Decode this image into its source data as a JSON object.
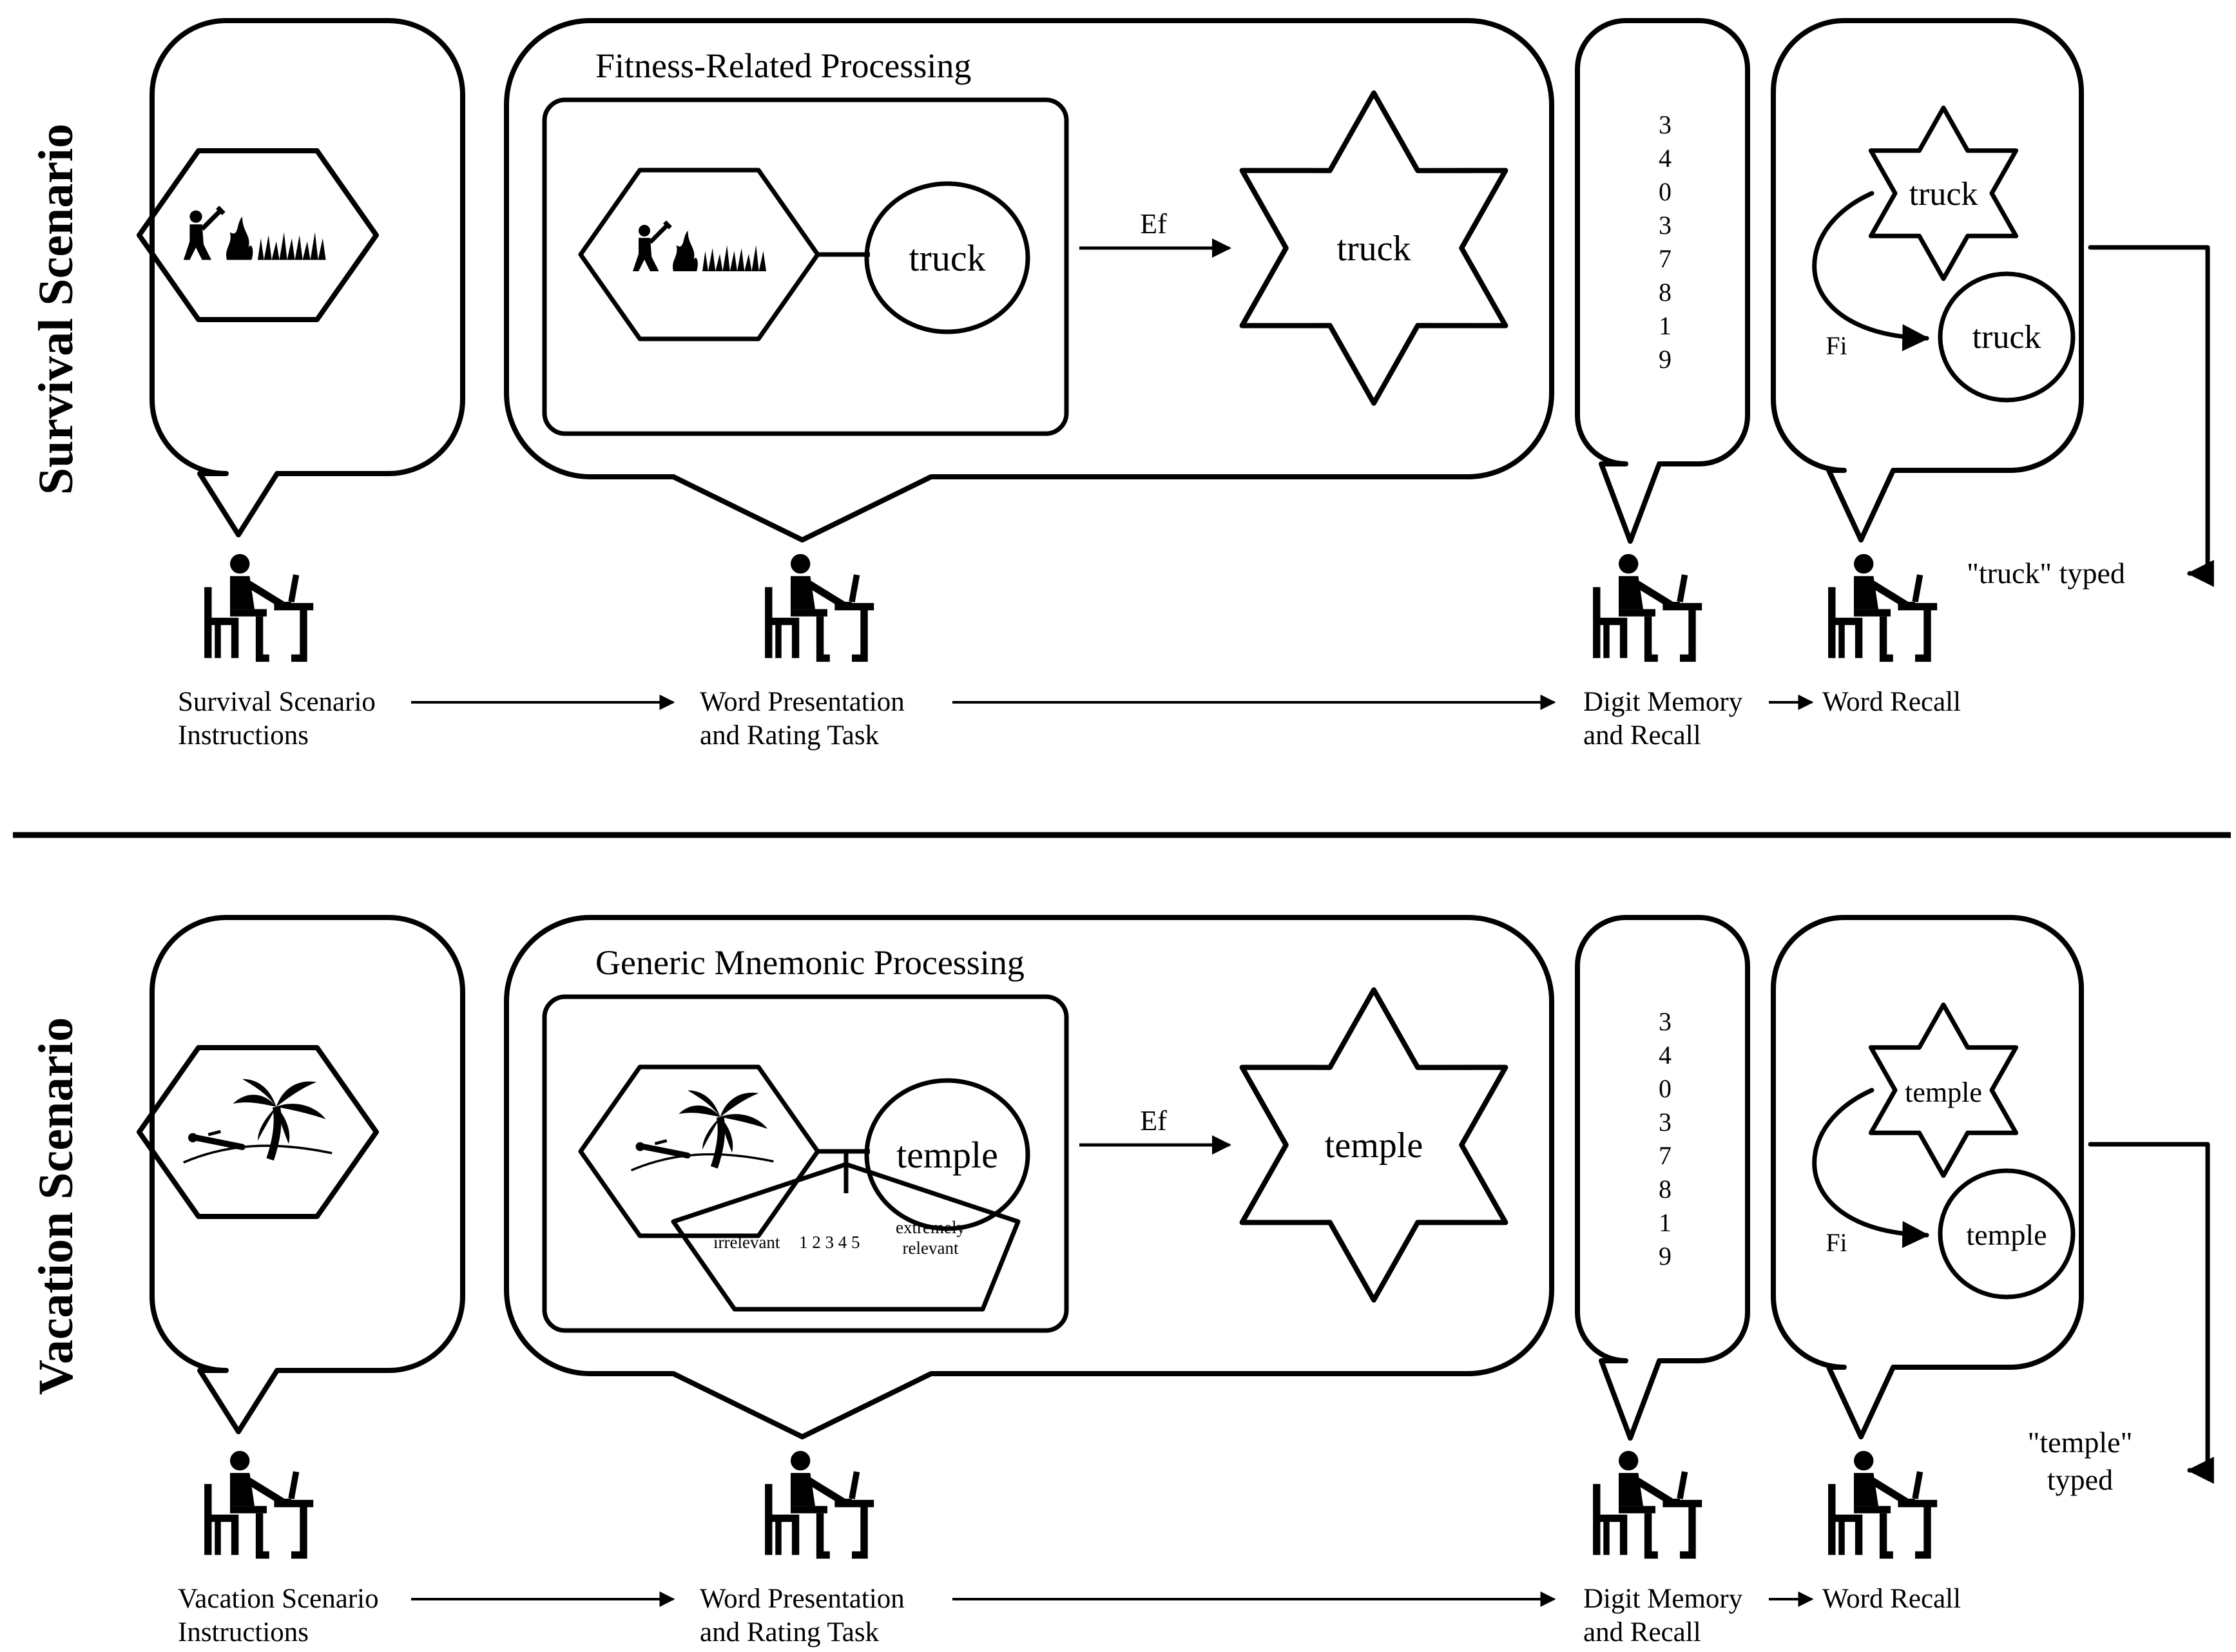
{
  "colors": {
    "ink": "#000000",
    "paper": "#ffffff"
  },
  "rows": [
    {
      "id": "survival",
      "title": "Survival Scenario",
      "group_title": "Fitness-Related Processing",
      "scenario_icon": "fire-grass-person-icon",
      "word": "truck",
      "encoding_label": "Ef",
      "retrieval_label": "Fi",
      "typed_label": [
        "\"truck\" typed"
      ],
      "digits": [
        "3",
        "4",
        "0",
        "3",
        "7",
        "8",
        "1",
        "9"
      ],
      "show_rating": false,
      "rating": {
        "left": "",
        "scale": "",
        "right": []
      },
      "steps": [
        {
          "lines": [
            "Survival Scenario",
            "Instructions"
          ]
        },
        {
          "lines": [
            "Word Presentation",
            "and Rating Task"
          ]
        },
        {
          "lines": [
            "Digit Memory",
            "and Recall"
          ]
        },
        {
          "lines": [
            "Word Recall"
          ]
        }
      ]
    },
    {
      "id": "vacation",
      "title": "Vacation Scenario",
      "group_title": "Generic Mnemonic Processing",
      "scenario_icon": "palm-beach-person-icon",
      "word": "temple",
      "encoding_label": "Ef",
      "retrieval_label": "Fi",
      "typed_label": [
        "\"temple\"",
        "typed"
      ],
      "digits": [
        "3",
        "4",
        "0",
        "3",
        "7",
        "8",
        "1",
        "9"
      ],
      "show_rating": true,
      "rating": {
        "left": "irrelevant",
        "scale": "1  2  3  4  5",
        "right": [
          "extremely",
          "relevant"
        ]
      },
      "steps": [
        {
          "lines": [
            "Vacation Scenario",
            " Instructions"
          ]
        },
        {
          "lines": [
            "Word Presentation",
            "and Rating Task"
          ]
        },
        {
          "lines": [
            "Digit Memory",
            "and Recall"
          ]
        },
        {
          "lines": [
            "Word Recall"
          ]
        }
      ]
    }
  ]
}
